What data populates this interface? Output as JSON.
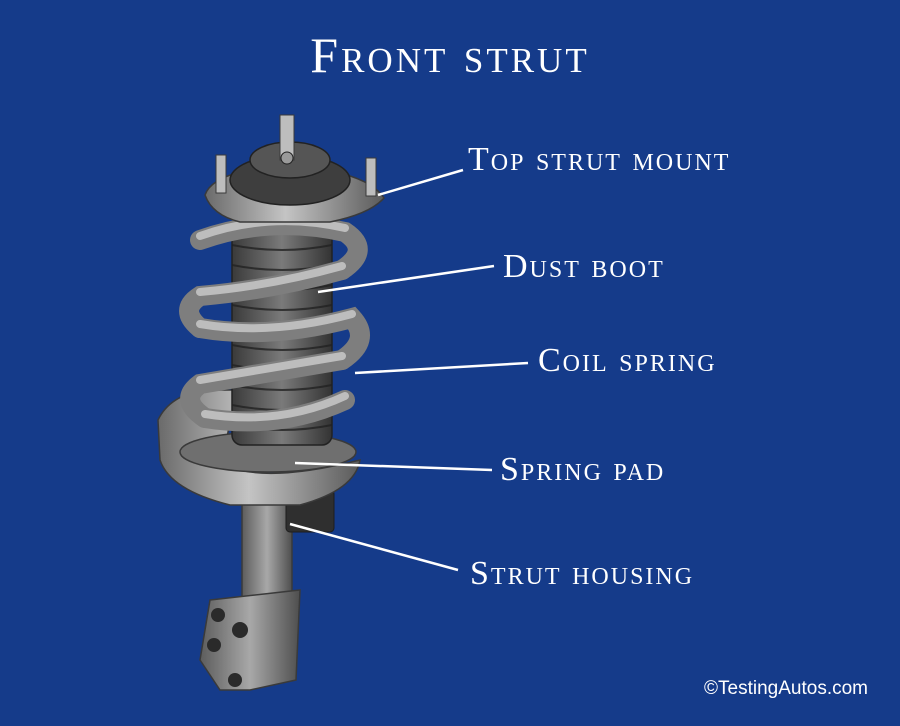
{
  "title": "Front strut",
  "colors": {
    "background": "#153b8a",
    "text": "#ffffff",
    "leader": "#ffffff",
    "part_light": "#b8b8b8",
    "part_mid": "#8c8c8c",
    "part_dark": "#4a4a4a"
  },
  "labels": {
    "top_mount": "Top strut mount",
    "dust_boot": "Dust boot",
    "coil_spring": "Coil spring",
    "spring_pad": "Spring pad",
    "strut_housing": "Strut housing"
  },
  "copyright": "©TestingAutos.com"
}
